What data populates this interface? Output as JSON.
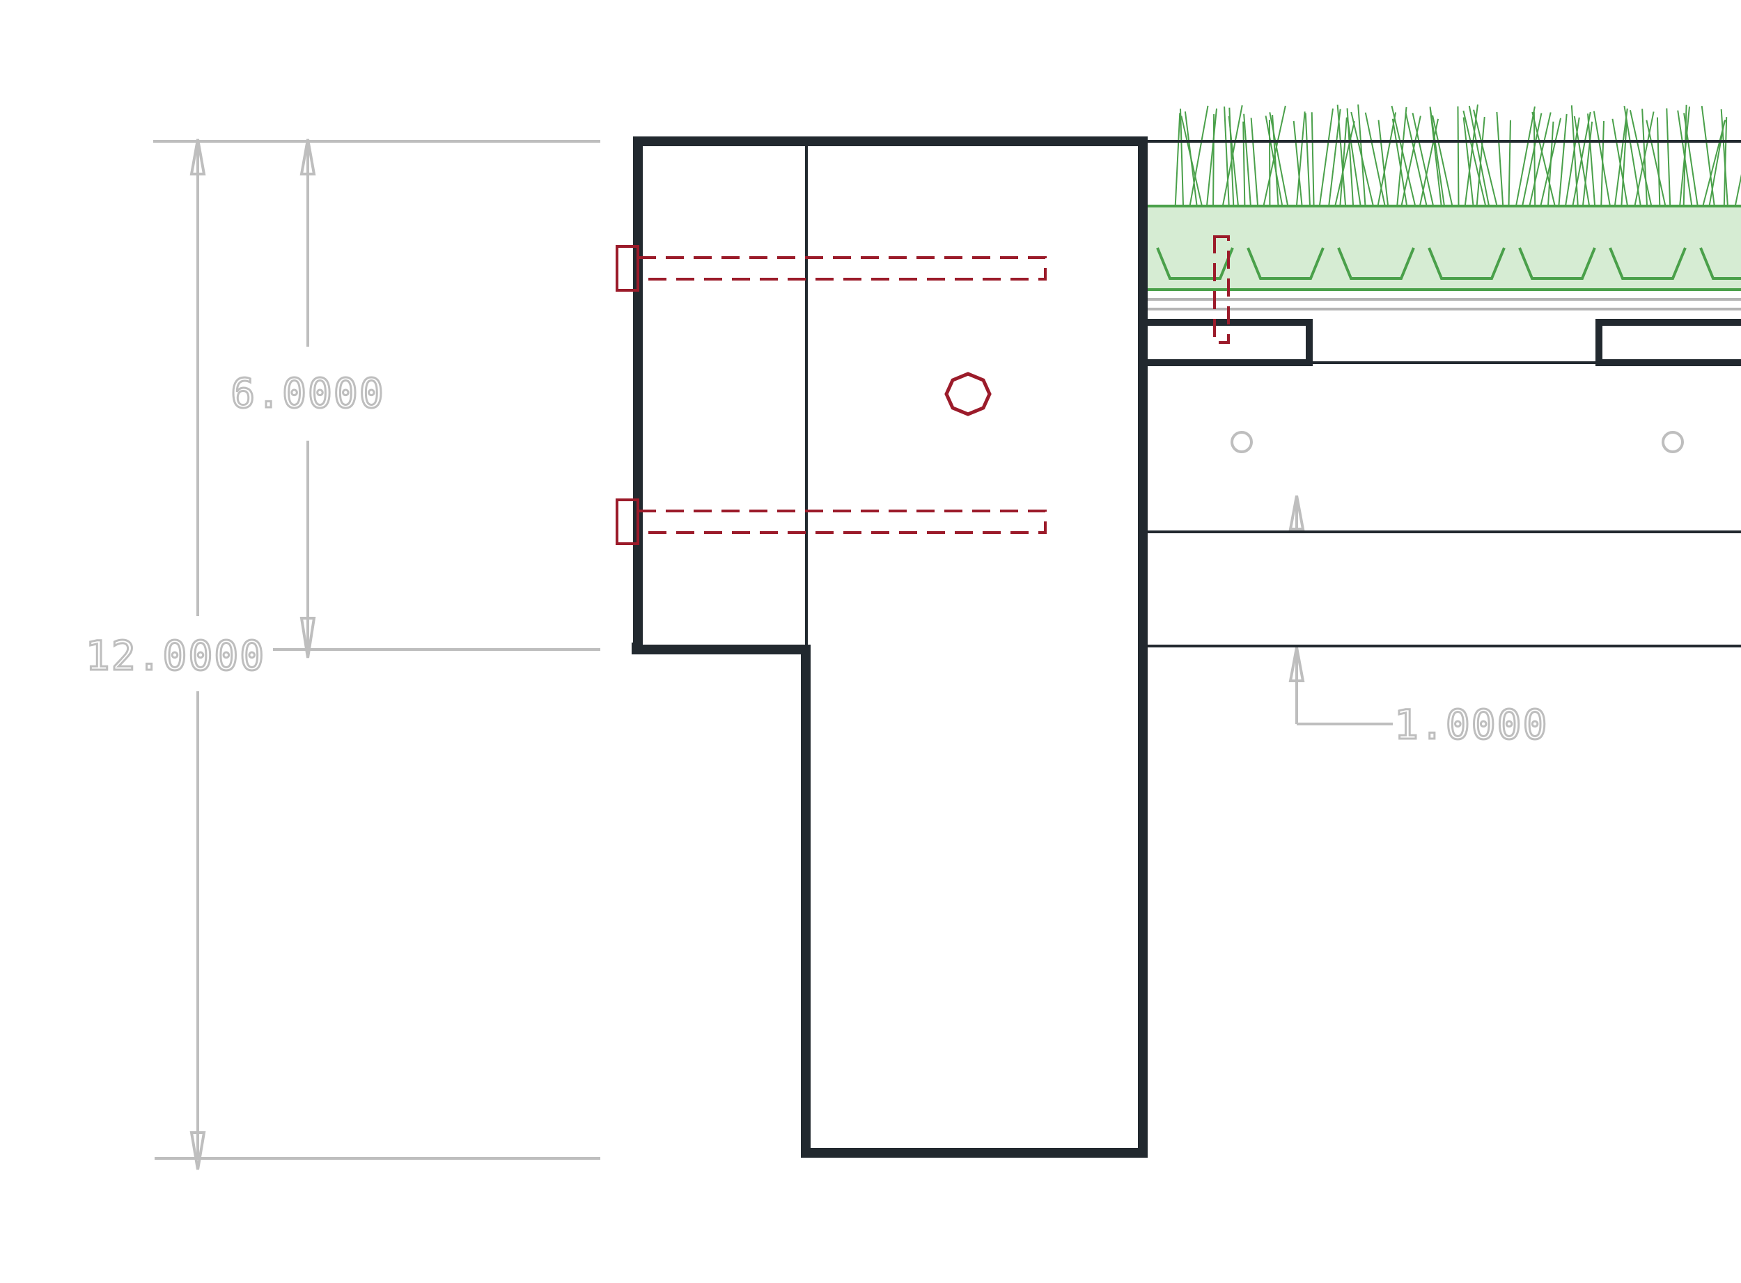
{
  "colors": {
    "background": "#ffffff",
    "outline": "#22292f",
    "dimension": "#bebebe",
    "hidden": "#9b1b2a",
    "planting": "#4aa04a",
    "planting_fill": "#d6ecd3",
    "membrane": "#b4b4b4"
  },
  "dimensions": {
    "overall_height": "12.0000",
    "upper_height": "6.0000",
    "slab_thickness": "1.0000"
  },
  "icons": {
    "dimension_arrow": "arrowhead-icon",
    "bolt": "octagon-icon",
    "small_bolt": "circle-icon"
  }
}
